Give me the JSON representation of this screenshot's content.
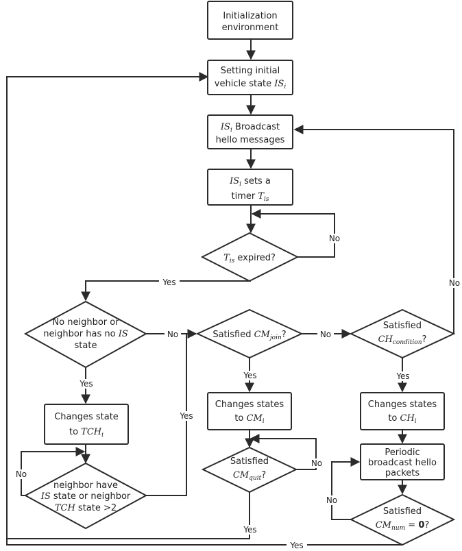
{
  "nodes": {
    "init": {
      "line1": "Initialization",
      "line2": "environment"
    },
    "set_state": {
      "line1": "Setting initial",
      "line2_text": "vehicle state ",
      "line2_math": "IS",
      "line2_sub": "i"
    },
    "broadcast": {
      "line1_math": "IS",
      "line1_sub": "i",
      "line1_text": " Broadcast",
      "line2": "hello messages"
    },
    "timer": {
      "line1_math": "IS",
      "line1_sub": "i",
      "line1_text": " sets a",
      "line2_text": "timer ",
      "line2_math": "T",
      "line2_sub": "is"
    },
    "expired": {
      "math": "T",
      "sub": "is",
      "text": " expired?"
    },
    "no_neighbor": {
      "line1": "No neighbor or",
      "line2_text": "neighbor has no ",
      "line2_math": "IS",
      "line3": "state"
    },
    "cm_join": {
      "text": "Satisfied ",
      "math": "CM",
      "sub": "join",
      "tail": "?"
    },
    "ch_cond": {
      "line1": "Satisfied",
      "math": "CH",
      "sub": "condition",
      "tail": "?"
    },
    "tch": {
      "line1": "Changes state",
      "line2_text": "to ",
      "line2_math": "TCH",
      "line2_sub": "i"
    },
    "cm_state": {
      "line1": "Changes states",
      "line2_text": "to ",
      "line2_math": "CM",
      "line2_sub": "i"
    },
    "ch_state": {
      "line1": "Changes states",
      "line2_text": "to ",
      "line2_math": "CH",
      "line2_sub": "i"
    },
    "cm_quit": {
      "line1": "Satisfied",
      "math": "CM",
      "sub": "quit",
      "tail": "?"
    },
    "periodic": {
      "line1": "Periodic",
      "line2": "broadcast hello",
      "line3": "packets"
    },
    "neighbor_have": {
      "line1": "neighbor have",
      "line2_math": "IS",
      "line2_text": " state or neighbor",
      "line3_math": "TCH",
      "line3_text": " state >2"
    },
    "cm_num": {
      "line1": "Satisfied",
      "math": "CM",
      "sub": "num",
      "eq": " = ",
      "zero": "0",
      "tail": "?"
    }
  },
  "edge_labels": {
    "expired_no": "No",
    "expired_yes": "Yes",
    "ch_no": "No",
    "nn_no": "No",
    "cmjoin_no": "No",
    "nn_yes": "Yes",
    "cmjoin_yes": "Yes",
    "chcond_yes": "Yes",
    "nh_yes": "Yes",
    "nh_no": "No",
    "cmquit_no": "No",
    "cmnum_no": "No",
    "cmquit_yes": "Yes",
    "bottom_yes": "Yes"
  }
}
